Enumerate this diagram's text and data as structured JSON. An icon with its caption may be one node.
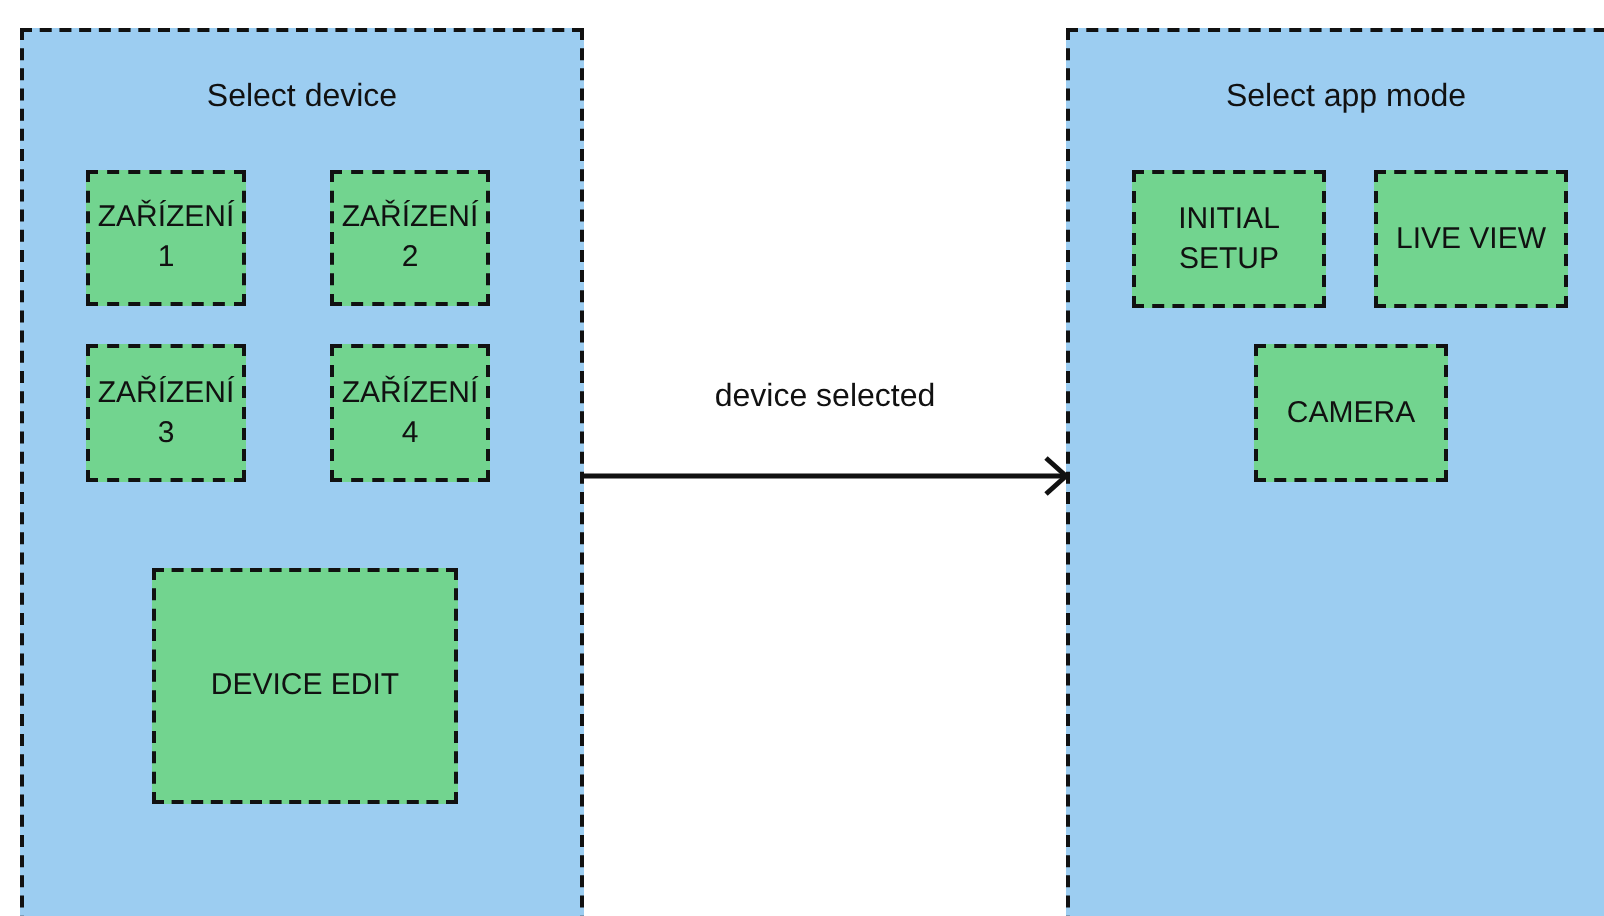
{
  "diagram": {
    "nodes": [
      {
        "text": [
          "Select device"
        ]
      },
      {
        "text": [
          "ZAŘÍZENÍ 1"
        ],
        "in": 0
      },
      {
        "text": [
          "ZAŘÍZENÍ 2"
        ],
        "in": 0
      },
      {
        "text": [
          "ZAŘÍZENÍ 3"
        ],
        "in": 0
      },
      {
        "text": [
          "ZAŘÍZENÍ 4"
        ],
        "in": 0
      },
      {
        "text": [
          "DEVICE EDIT"
        ],
        "in": 0
      },
      {
        "text": [
          "Select app mode"
        ]
      },
      {
        "text": [
          "INITIAL SETUP"
        ],
        "in": 6
      },
      {
        "text": [
          "LIVE VIEW"
        ],
        "in": 6
      },
      {
        "text": [
          "CAMERA"
        ],
        "in": 6
      }
    ],
    "edges": [
      {
        "from": 0,
        "to": 6,
        "arrow": "to",
        "label": "device selected"
      }
    ]
  }
}
